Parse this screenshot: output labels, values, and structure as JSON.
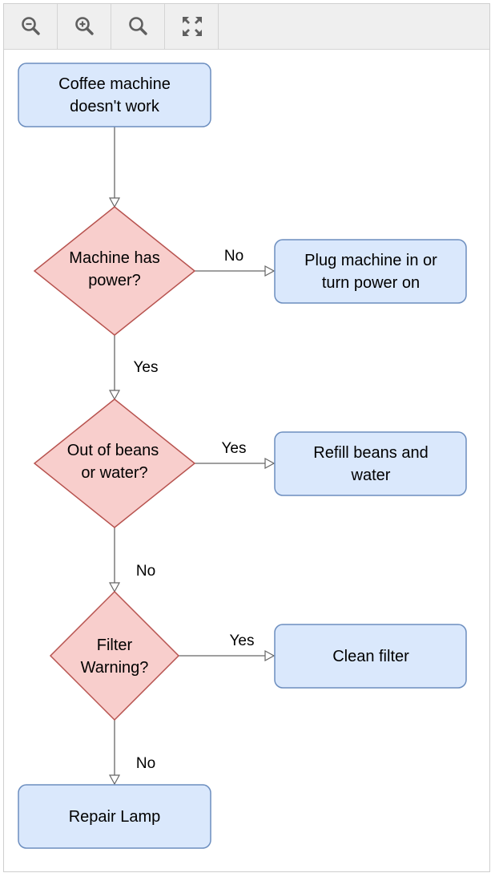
{
  "toolbar": {
    "buttons": [
      {
        "icon": "zoom-out-icon",
        "label": "Zoom out"
      },
      {
        "icon": "zoom-in-icon",
        "label": "Zoom in"
      },
      {
        "icon": "zoom-reset-icon",
        "label": "Actual size"
      },
      {
        "icon": "fit-icon",
        "label": "Fit"
      }
    ]
  },
  "colors": {
    "process_fill": "#dae8fc",
    "process_stroke": "#6c8ebf",
    "decision_fill": "#f8cecc",
    "decision_stroke": "#b85450",
    "edge": "#666666",
    "icon": "#5f5f5f"
  },
  "nodes": {
    "start": {
      "lines": [
        "Coffee machine",
        "doesn't work"
      ]
    },
    "power": {
      "lines": [
        "Machine has",
        "power?"
      ]
    },
    "plug": {
      "lines": [
        "Plug machine in or",
        "turn power on"
      ]
    },
    "beans": {
      "lines": [
        "Out of beans",
        "or water?"
      ]
    },
    "refill": {
      "lines": [
        "Refill beans and",
        "water"
      ]
    },
    "filter": {
      "lines": [
        "Filter",
        "Warning?"
      ]
    },
    "clean": {
      "lines": [
        "Clean filter"
      ]
    },
    "repair": {
      "lines": [
        "Repair Lamp"
      ]
    }
  },
  "edges": {
    "power_no": "No",
    "power_yes": "Yes",
    "beans_yes": "Yes",
    "beans_no": "No",
    "filter_yes": "Yes",
    "filter_no": "No"
  }
}
